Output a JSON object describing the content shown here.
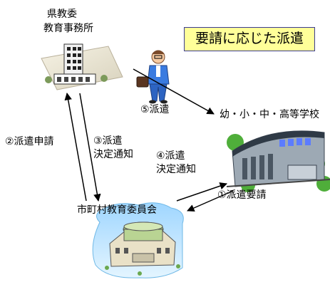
{
  "title": "要請に応じた派遣",
  "nodes": {
    "prefecture_office": {
      "line1": "県教委",
      "line2": "教育事務所"
    },
    "school": {
      "label": "幼・小・中・高等学校"
    },
    "municipal_board": {
      "label": "市町村教育委員会"
    }
  },
  "flows": {
    "f1": {
      "label": "①派遣要請"
    },
    "f2": {
      "label": "②派遣申請"
    },
    "f3": {
      "line1": "③派遣",
      "line2": "決定通知"
    },
    "f4": {
      "line1": "④派遣",
      "line2": "決定通知"
    },
    "f5": {
      "label": "⑤派遣"
    }
  },
  "colors": {
    "title_fill": "#ffff99",
    "arrow": "#000000"
  }
}
